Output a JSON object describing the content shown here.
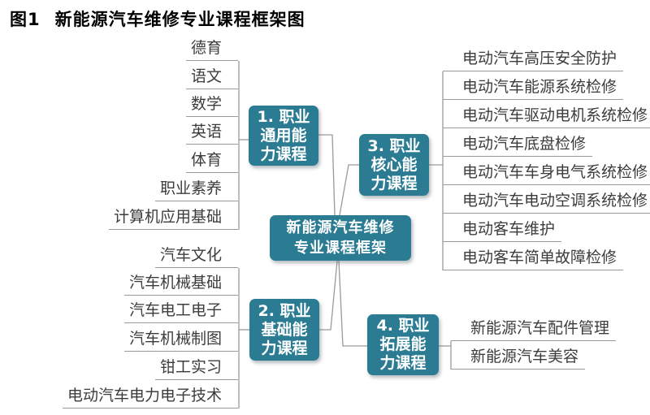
{
  "title": {
    "figure_label": "图1",
    "text": "新能源汽车维修专业课程框架图"
  },
  "colors": {
    "node_fill": "#2b7c93",
    "node_text": "#ffffff",
    "connector_line": "#9a9a9a",
    "leaf_text": "#3c3c3c",
    "title_text": "#000000"
  },
  "center": {
    "label": "新能源汽车维修专业课程框架",
    "lines": [
      "新能源汽车维修",
      "专业课程框架"
    ]
  },
  "categories": [
    {
      "label": "1. 职业通用能力课程",
      "lines": [
        "1. 职业",
        "通用能",
        "力课程"
      ],
      "items": [
        "德育",
        "语文",
        "数学",
        "英语",
        "体育",
        "职业素养",
        "计算机应用基础"
      ]
    },
    {
      "label": "2. 职业基础能力课程",
      "lines": [
        "2. 职业",
        "基础能",
        "力课程"
      ],
      "items": [
        "汽车文化",
        "汽车机械基础",
        "汽车电工电子",
        "汽车机械制图",
        "钳工实习",
        "电动汽车电力电子技术"
      ]
    },
    {
      "label": "3. 职业核心能力课程",
      "lines": [
        "3. 职业",
        "核心能",
        "力课程"
      ],
      "items": [
        "电动汽车高压安全防护",
        "电动汽车能源系统检修",
        "电动汽车驱动电机系统检修",
        "电动汽车底盘检修",
        "电动汽车车身电气系统检修",
        "电动汽车电动空调系统检修",
        "电动客车维护",
        "电动客车简单故障检修"
      ]
    },
    {
      "label": "4. 职业拓展能力课程",
      "lines": [
        "4. 职业",
        "拓展能",
        "力课程"
      ],
      "items": [
        "新能源汽车配件管理",
        "新能源汽车美容"
      ]
    }
  ]
}
